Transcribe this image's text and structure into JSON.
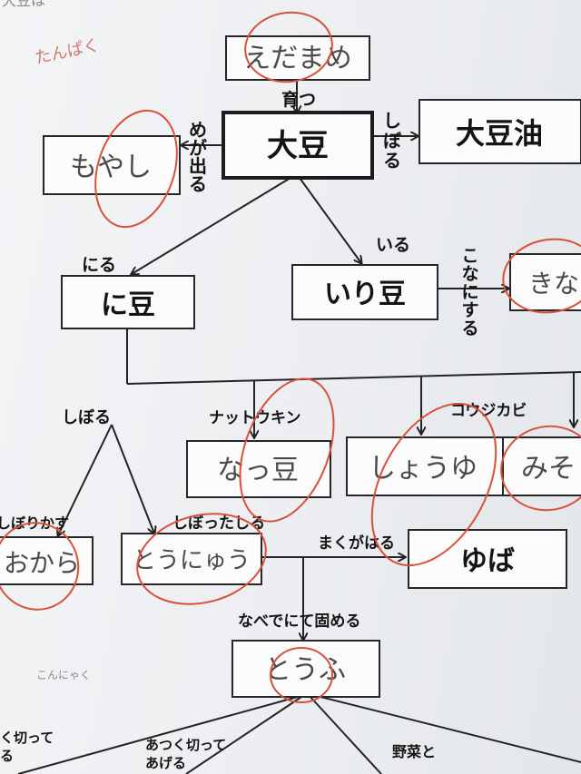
{
  "page_fragment": "大豆は",
  "nodes": {
    "edamame": "えだまめ",
    "daizu": "大豆",
    "daizuyu": "大豆油",
    "moyashi": "もやし",
    "nimame": "に豆",
    "irimame": "いり豆",
    "kinako": "きな",
    "natto": "なっ豆",
    "shoyu": "しょうゆ",
    "miso": "みそ",
    "okara": "おから",
    "tonyu": "とうにゅう",
    "yuba": "ゆば",
    "tofu": "とうふ"
  },
  "edge_labels": {
    "sodatsu": "育つ",
    "shiboru_oil": "しぼる",
    "megaderu": "めが出る",
    "niru": "にる",
    "iru": "いる",
    "konanisuru": "こなにする",
    "shiboru": "しぼる",
    "nattokin": "ナットウキン",
    "koujikabi": "コウジカビ",
    "shiborikasu": "しぼりかす",
    "shibottashiru": "しぼったしる",
    "makugahary": "まくがはる",
    "nabedenite": "なべでにて固める",
    "kittekatte": "く切って\nる",
    "atsukukitte": "あつく切って\nあげる",
    "yasaito": "野菜と"
  },
  "scribbles": {
    "top_left": "たんぱく",
    "side_note": "こんにゃく"
  },
  "colors": {
    "ink": "#141414",
    "pencil": "#4a4a4a",
    "red_pen": "#d9503b",
    "paper": "#f1f2f4"
  }
}
